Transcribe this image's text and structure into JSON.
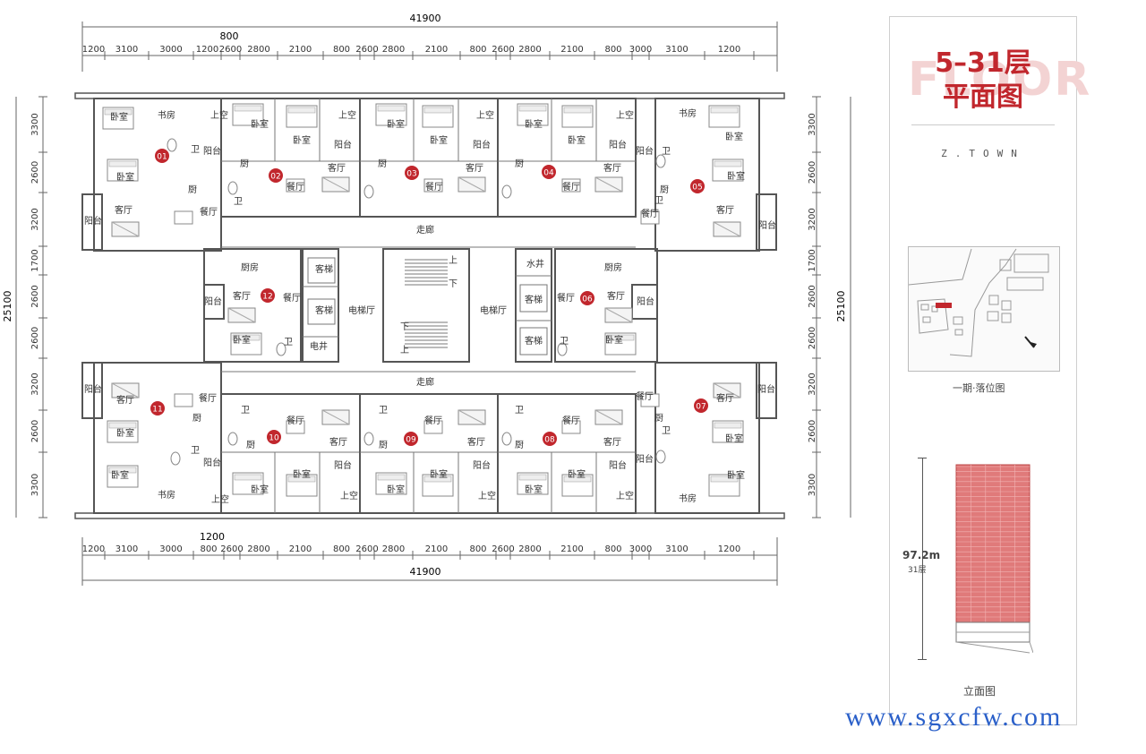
{
  "floor_plan": {
    "total_width": "41900",
    "total_depth": "25100",
    "top_small_dim": "800",
    "bottom_small_dim": "1200",
    "top_dims": [
      "1200",
      "3100",
      "3000",
      "1200",
      "2600",
      "2800",
      "2100",
      "800",
      "2600",
      "2800",
      "2100",
      "800",
      "2600",
      "2800",
      "2100",
      "800",
      "3000",
      "3100",
      "1200"
    ],
    "bottom_dims": [
      "1200",
      "3100",
      "3000",
      "800",
      "2600",
      "2800",
      "2100",
      "800",
      "2600",
      "2800",
      "2100",
      "800",
      "2600",
      "2800",
      "2100",
      "800",
      "3000",
      "3100",
      "1200"
    ],
    "left_dims": [
      "3300",
      "2600",
      "3200",
      "1700",
      "2600",
      "2600",
      "3200",
      "2600",
      "3300"
    ],
    "right_dims": [
      "3300",
      "2600",
      "3200",
      "1700",
      "2600",
      "2600",
      "3200",
      "2600",
      "3300"
    ],
    "units": [
      "01",
      "02",
      "03",
      "04",
      "05",
      "06",
      "07",
      "08",
      "09",
      "10",
      "11",
      "12"
    ],
    "rooms": {
      "bedroom": "卧室",
      "study": "书房",
      "void": "上空",
      "bath": "卫",
      "balcony": "阳台",
      "kitchen": "厨",
      "kitchen_full": "厨房",
      "dining": "餐厅",
      "living": "客厅",
      "corridor": "走廊",
      "lift_lobby": "电梯厅",
      "passenger_lift": "客梯",
      "elec_shaft": "电井",
      "water_shaft": "水井",
      "up": "上",
      "down": "下"
    }
  },
  "panel": {
    "title_line1": "5–31层",
    "title_line2": "平面图",
    "title_bg": "FLOOR",
    "brand": "Z.TOWN",
    "site_caption": "一期·落位图",
    "height": "97.2m",
    "floors": "31层",
    "elev_caption": "立面图"
  },
  "watermark": "www.sgxcfw.com",
  "colors": {
    "accent": "#c1272d",
    "building": "#e07a7a",
    "unit_marker": "#c1272d",
    "watermark": "#2b60c9",
    "wall": "#555555"
  }
}
